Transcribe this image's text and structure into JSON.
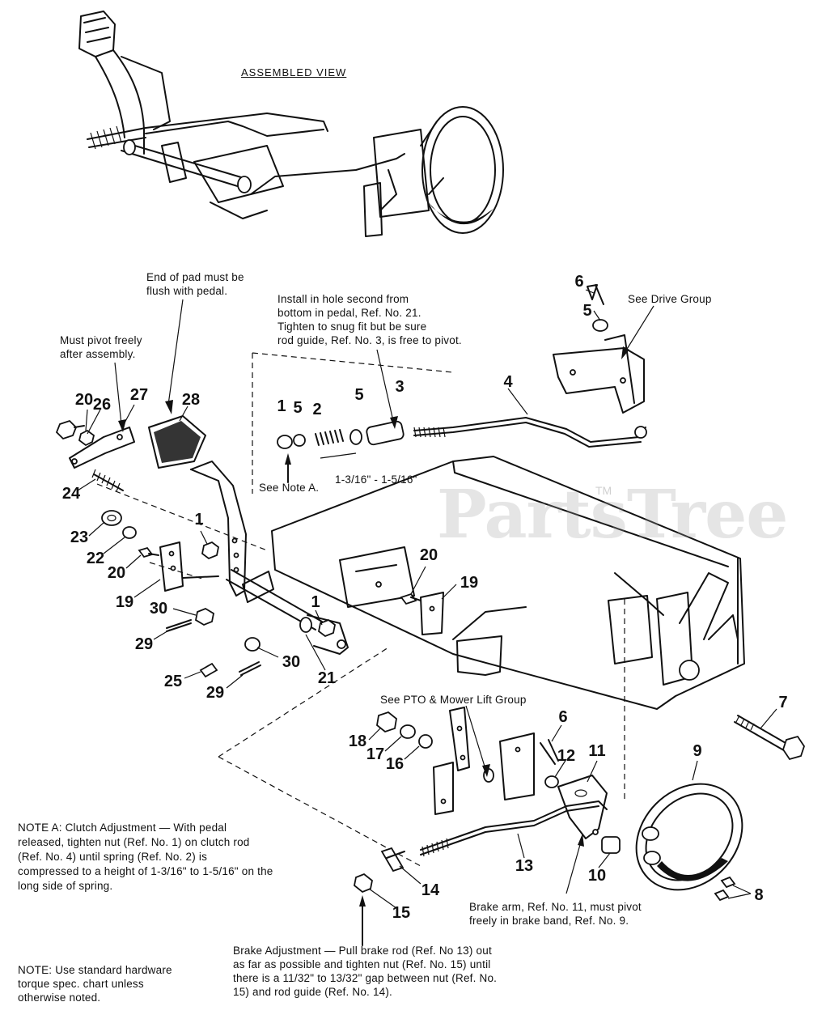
{
  "diagram": {
    "assembled_view_label": "ASSEMBLED VIEW",
    "watermark": "PartsTree",
    "watermark_tm": "TM",
    "callouts": [
      {
        "id": "c6a",
        "label": "6"
      },
      {
        "id": "c5a",
        "label": "5"
      },
      {
        "id": "c4",
        "label": "4"
      },
      {
        "id": "c1a",
        "label": "1"
      },
      {
        "id": "c5b",
        "label": "5"
      },
      {
        "id": "c2",
        "label": "2"
      },
      {
        "id": "c5c",
        "label": "5"
      },
      {
        "id": "c3",
        "label": "3"
      },
      {
        "id": "c20a",
        "label": "20"
      },
      {
        "id": "c26",
        "label": "26"
      },
      {
        "id": "c27",
        "label": "27"
      },
      {
        "id": "c28",
        "label": "28"
      },
      {
        "id": "c24",
        "label": "24"
      },
      {
        "id": "c23",
        "label": "23"
      },
      {
        "id": "c22",
        "label": "22"
      },
      {
        "id": "c20b",
        "label": "20"
      },
      {
        "id": "c1b",
        "label": "1"
      },
      {
        "id": "c19a",
        "label": "19"
      },
      {
        "id": "c30a",
        "label": "30"
      },
      {
        "id": "c29a",
        "label": "29"
      },
      {
        "id": "c1c",
        "label": "1"
      },
      {
        "id": "c25",
        "label": "25"
      },
      {
        "id": "c30b",
        "label": "30"
      },
      {
        "id": "c29b",
        "label": "29"
      },
      {
        "id": "c21",
        "label": "21"
      },
      {
        "id": "c20c",
        "label": "20"
      },
      {
        "id": "c19b",
        "label": "19"
      },
      {
        "id": "c7",
        "label": "7"
      },
      {
        "id": "c6b",
        "label": "6"
      },
      {
        "id": "c18",
        "label": "18"
      },
      {
        "id": "c17",
        "label": "17"
      },
      {
        "id": "c16",
        "label": "16"
      },
      {
        "id": "c12",
        "label": "12"
      },
      {
        "id": "c11",
        "label": "11"
      },
      {
        "id": "c9",
        "label": "9"
      },
      {
        "id": "c13",
        "label": "13"
      },
      {
        "id": "c10",
        "label": "10"
      },
      {
        "id": "c14",
        "label": "14"
      },
      {
        "id": "c15",
        "label": "15"
      },
      {
        "id": "c8",
        "label": "8"
      }
    ],
    "dimension_label": "1-3/16\" - 1-5/16\"",
    "see_note_a": "See Note A.",
    "see_drive_group": "See Drive Group",
    "see_pto_group": "See PTO & Mower Lift Group",
    "note_pad": "End of pad must be\nflush with pedal.",
    "note_pivot": "Must pivot freely\nafter assembly.",
    "note_install": "Install in hole second from\nbottom in pedal, Ref. No. 21.\nTighten to snug fit but be sure\nrod guide, Ref. No. 3, is free to pivot.",
    "note_a": "NOTE A: Clutch Adjustment — With pedal\nreleased, tighten nut (Ref. No. 1) on clutch rod\n(Ref. No. 4) until spring (Ref. No. 2) is\ncompressed to a height of 1-3/16\" to 1-5/16\" on the\nlong side of spring.",
    "note_brake_arm": "Brake arm, Ref. No. 11, must pivot\nfreely in brake band, Ref. No. 9.",
    "note_brake_adj": "Brake Adjustment — Pull brake rod (Ref. No 13) out\nas far as possible and tighten nut (Ref. No. 15) until\nthere is a 11/32\" to 13/32\" gap between nut (Ref. No.\n15) and rod guide (Ref. No. 14).",
    "note_torque": "NOTE: Use standard hardware\ntorque spec. chart unless\notherwise noted."
  }
}
